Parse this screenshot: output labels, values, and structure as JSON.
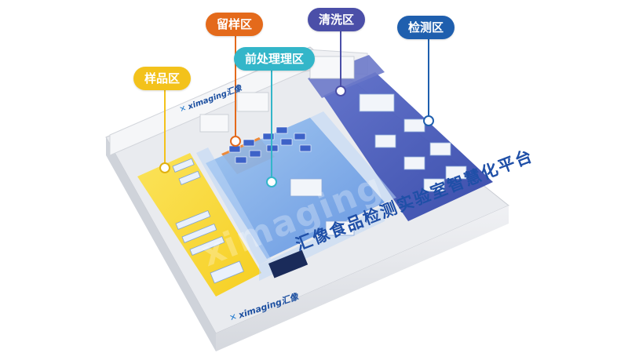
{
  "zones": {
    "sample_area": "样品区",
    "retained_sample_area": "留样区",
    "pretreatment_area": "前处理理区",
    "cleaning_area": "清洗区",
    "testing_area": "检测区"
  },
  "platform_title": "汇像食品检测实验室智慧化平台",
  "brand": {
    "name": "ximaging汇像",
    "watermark": "ximaging"
  },
  "colors": {
    "sample": "#f3c21b",
    "retained": "#e46a1b",
    "pretreatment": "#33b6c9",
    "cleaning": "#4b4fa8",
    "testing": "#1f5fae"
  }
}
